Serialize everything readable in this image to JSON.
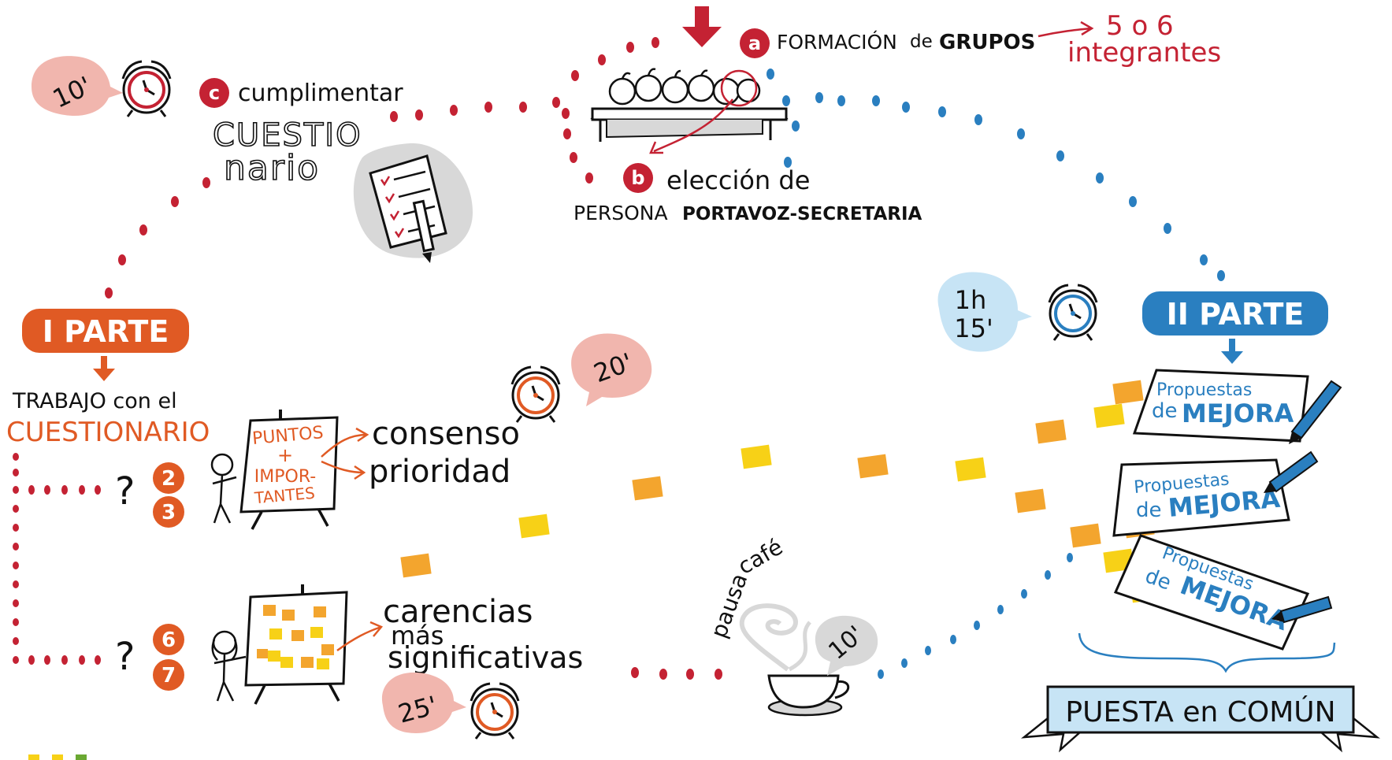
{
  "colors": {
    "red": "#c42233",
    "orange": "#e05a24",
    "blue": "#2a7fc0",
    "light_blue": "#c7e4f5",
    "pink": "#f1b6ae",
    "gray": "#d8d8d8",
    "yellow": "#f7d117",
    "amber": "#f3a52e",
    "dark": "#111111"
  },
  "step_a": {
    "badge": "a",
    "text_1": "FORMACIÓN",
    "text_2": "de",
    "text_3": "GRUPOS",
    "note_1": "5 o 6",
    "note_2": "integrantes"
  },
  "step_b": {
    "badge": "b",
    "line_1": "elección de",
    "line_2a": "PERSONA",
    "line_2b": "PORTAVOZ-SECRETARIA"
  },
  "step_c": {
    "badge": "c",
    "verb": "cumplimentar",
    "object_1": "CUESTIO",
    "object_2": "nario"
  },
  "part_1": {
    "title": "I PARTE",
    "subtitle": "TRABAJO con el",
    "subject": "CUESTIONARIO",
    "board_1_line_1": "PUNTOS",
    "board_1_line_2": "+",
    "board_1_line_3": "IMPOR-",
    "board_1_line_4": "TANTES",
    "result_1": "consenso",
    "result_2": "prioridad",
    "result_3": "carencias",
    "result_4": "más",
    "result_5": "significativas",
    "q_mark": "?",
    "questions_top": [
      "2",
      "3"
    ],
    "questions_bottom": [
      "6",
      "7"
    ]
  },
  "part_2": {
    "title": "II PARTE",
    "card_line_1": "Propuestas",
    "card_line_2": "de",
    "card_line_3": "MEJORA",
    "banner": "PUESTA en COMÚN"
  },
  "pause": {
    "label_1": "pausa",
    "label_2": "café"
  },
  "timers": {
    "c": "10'",
    "consenso": "20'",
    "carencias": "25'",
    "pause": "10'",
    "part_2_line_1": "1h",
    "part_2_line_2": "15'"
  },
  "icons": [
    "alarm-clock-icon",
    "table-icon",
    "checklist-icon",
    "pen-icon",
    "coffee-cup-icon",
    "person-icon",
    "easel-icon",
    "arrow-down-icon"
  ]
}
